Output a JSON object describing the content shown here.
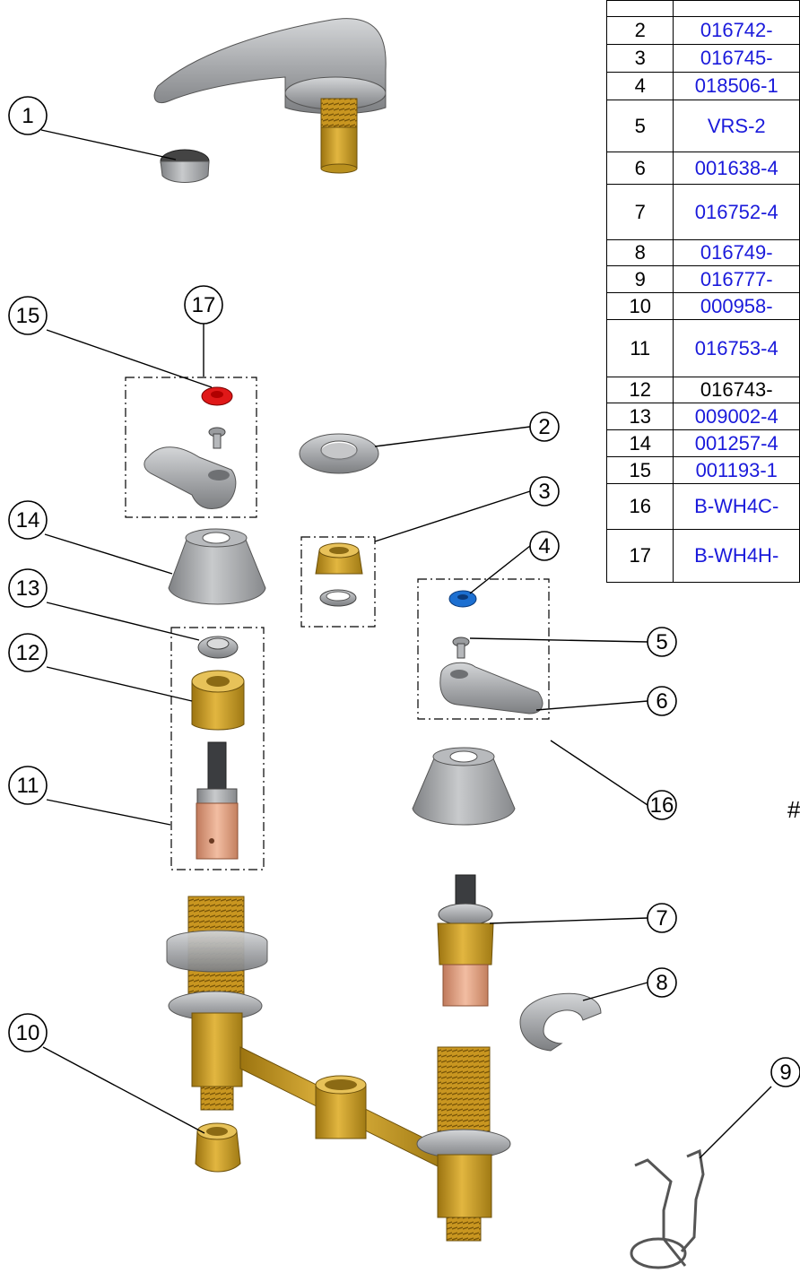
{
  "parts_table": [
    {
      "item": "",
      "part": ""
    },
    {
      "item": "2",
      "part": "016742-"
    },
    {
      "item": "3",
      "part": "016745-"
    },
    {
      "item": "4",
      "part": "018506-1"
    },
    {
      "item": "5",
      "part": "VRS-2"
    },
    {
      "item": "6",
      "part": "001638-4"
    },
    {
      "item": "7",
      "part": "016752-4"
    },
    {
      "item": "8",
      "part": "016749-"
    },
    {
      "item": "9",
      "part": "016777-"
    },
    {
      "item": "10",
      "part": "000958-"
    },
    {
      "item": "11",
      "part": "016753-4"
    },
    {
      "item": "12",
      "part": "016743-"
    },
    {
      "item": "13",
      "part": "009002-4"
    },
    {
      "item": "14",
      "part": "001257-4"
    },
    {
      "item": "15",
      "part": "001193-1"
    },
    {
      "item": "16",
      "part": "B-WH4C-"
    },
    {
      "item": "17",
      "part": "B-WH4H-"
    }
  ],
  "callouts": [
    "1",
    "2",
    "3",
    "4",
    "5",
    "6",
    "7",
    "8",
    "9",
    "10",
    "11",
    "12",
    "13",
    "14",
    "15",
    "16",
    "17"
  ],
  "hash_label": "#",
  "colors": {
    "link_blue": "#1a1adb",
    "chrome_gray": "#a9abae",
    "brass": "#d3a12a",
    "copper": "#e9a98a",
    "hot_red": "#e01818",
    "cold_blue": "#1c6fd1"
  }
}
